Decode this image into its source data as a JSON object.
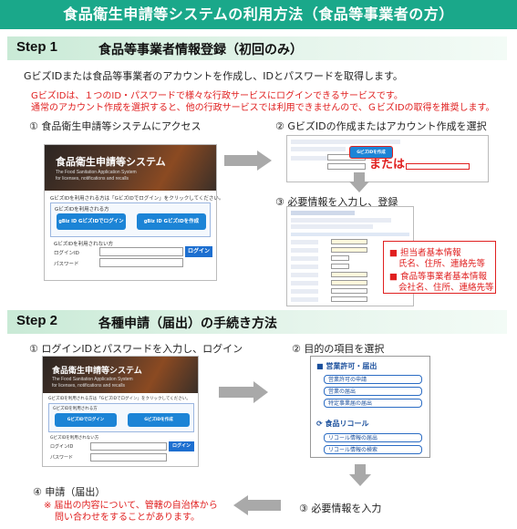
{
  "banner": {
    "title": "食品衛生申請等システムの利用方法（食品等事業者の方）"
  },
  "step1": {
    "label": "Step 1",
    "title": "食品等事業者情報登録（初回のみ）",
    "intro": "GビズIDまたは食品等事業者のアカウントを作成し、IDとパスワードを取得します。",
    "note_line1": "GビズIDは、１つのID・パスワードで様々な行政サービスにログインできるサービスです。",
    "note_line2": "通常のアカウント作成を選択すると、他の行政サービスでは利用できませんので、ＧビズIDの取得を推奨します。",
    "sub1": "① 食品衛生申請等システムにアクセス",
    "sub2": "② GビズIDの作成またはアカウント作成を選択",
    "sub3": "③ 必要情報を入力し、登録",
    "or_label": "または",
    "callout": {
      "item1_title": "■ 担当者基本情報",
      "item1_detail": "氏名、住所、連絡先等",
      "item2_title": "■ 食品等事業者基本情報",
      "item2_detail": "会社名、住所、連絡先等"
    }
  },
  "step2": {
    "label": "Step 2",
    "title": "各種申請（届出）の手続き方法",
    "sub1": "① ログインIDとパスワードを入力し、ログイン",
    "sub2": "② 目的の項目を選択",
    "sub3": "③ 必要情報を入力",
    "sub4": "④ 申請（届出）",
    "note_line1": "※ 届出の内容について、管轄の自治体から",
    "note_line2": "問い合わせをすることがあります。"
  },
  "mock_login": {
    "hero_title": "食品衛生申請等システム",
    "hero_sub1": "The Food Sanitation Application System",
    "hero_sub2": "for licenses, notifications and recalls",
    "gbiz_info": "GビズIDを利用される方は「GビズIDでログイン」をクリックしてください。",
    "gbiz_section": "GビズIDを利用される方",
    "gbiz_logo": "gBiz ID",
    "gbiz_login_btn": "GビズIDでログイン",
    "gbiz_create_btn": "GビズIDを作成",
    "no_gbiz_section": "GビズIDを利用されない方",
    "login_id_label": "ログインID",
    "password_label": "パスワード",
    "login_btn": "ログイン"
  },
  "mock_menu": {
    "section1": "営業許可・届出",
    "items1": [
      "営業許可の申請",
      "営業の届出",
      "特定事業届の届出"
    ],
    "section2": "食品リコール",
    "items2": [
      "リコール情報の届出",
      "リコール情報の検索"
    ]
  },
  "colors": {
    "banner": "#1aa88a",
    "accent_red": "#e02020",
    "step_bar": "#c9ead6",
    "gbiz_blue": "#1c84d6"
  }
}
